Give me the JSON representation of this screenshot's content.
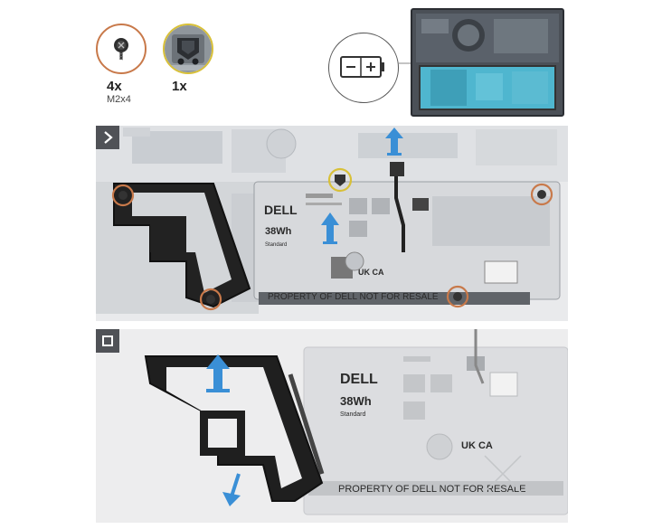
{
  "legend": {
    "screw_count": "4x",
    "screw_spec": "M2x4",
    "clip_count": "1x"
  },
  "battery": {
    "brand": "DELL",
    "capacity": "38Wh",
    "capacity_unit": "Wh",
    "capacity_value": "38",
    "grade": "Standard",
    "certification_mark": "UK CA",
    "property_text": "PROPERTY OF DELL NOT FOR RESALE"
  },
  "colors": {
    "screw_highlight": "#c8794a",
    "clip_highlight": "#d8c038",
    "arrow": "#3a8fd6",
    "step_badge": "#505257"
  },
  "icons": {
    "step1": "chevron-right-icon",
    "step2": "stop-square-icon"
  }
}
